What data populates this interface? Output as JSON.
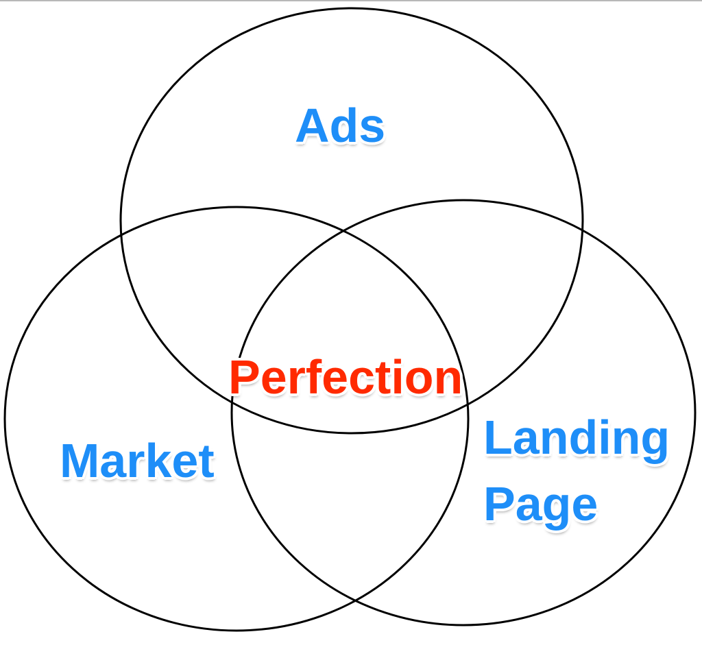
{
  "diagram": {
    "type": "venn",
    "sets": [
      {
        "id": "ads",
        "label": "Ads"
      },
      {
        "id": "market",
        "label": "Market"
      },
      {
        "id": "landing",
        "label": "Landing Page",
        "lines": [
          "Landing",
          "Page"
        ]
      }
    ],
    "intersection_label": "Perfection",
    "colors": {
      "set_label": "#1e8ef8",
      "intersection_label": "#ff2a00",
      "outline": "#000000"
    }
  }
}
